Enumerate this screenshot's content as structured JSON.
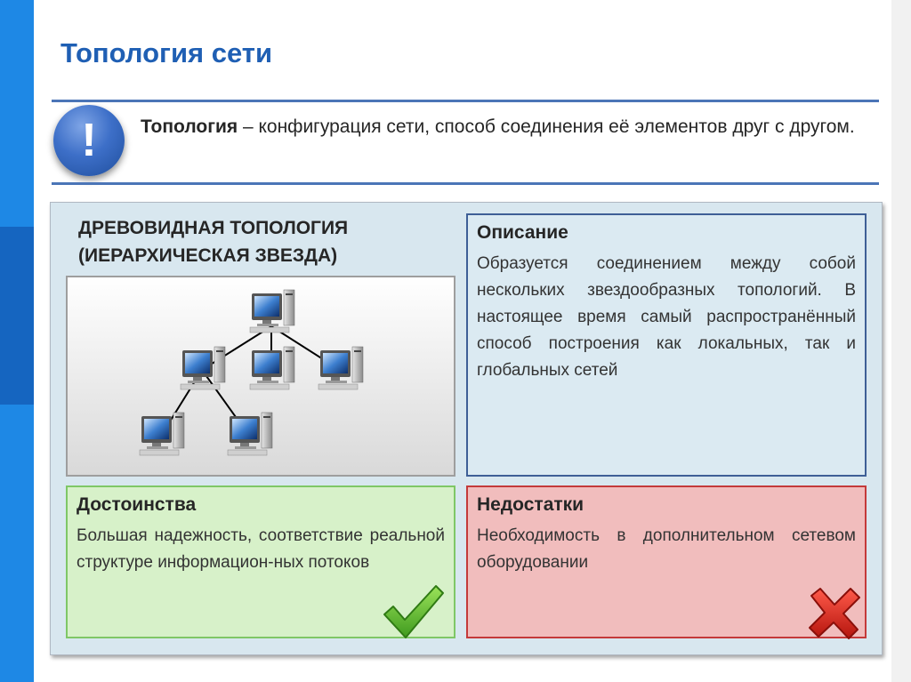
{
  "slide": {
    "title": "Топология сети"
  },
  "definition": {
    "term": "Топология",
    "text": " – конфигурация сети, способ соединения её элементов друг с другом.",
    "icon": "exclamation-icon",
    "icon_glyph": "!"
  },
  "topology": {
    "title_line1": "ДРЕВОВИДНАЯ ТОПОЛОГИЯ",
    "title_line2": "(ИЕРАРХИЧЕСКАЯ ЗВЕЗДА)",
    "diagram_icon": "computer-icon"
  },
  "description": {
    "heading": "Описание",
    "text": "Образуется соединением между собой нескольких звездообразных топологий. В настоящее время самый распространённый способ построения как локальных, так и глобальных сетей"
  },
  "advantages": {
    "heading": "Достоинства",
    "text": "Большая надежность, соответствие реальной структуре информацион-ных потоков",
    "icon": "checkmark-icon"
  },
  "disadvantages": {
    "heading": "Недостатки",
    "text": "Необходимость в дополнительном сетевом оборудовании",
    "icon": "cross-icon"
  },
  "colors": {
    "accent_blue": "#1e88e5",
    "title_blue": "#1f5fb4",
    "pros_green": "#7fc766",
    "cons_red": "#c43a3a"
  }
}
